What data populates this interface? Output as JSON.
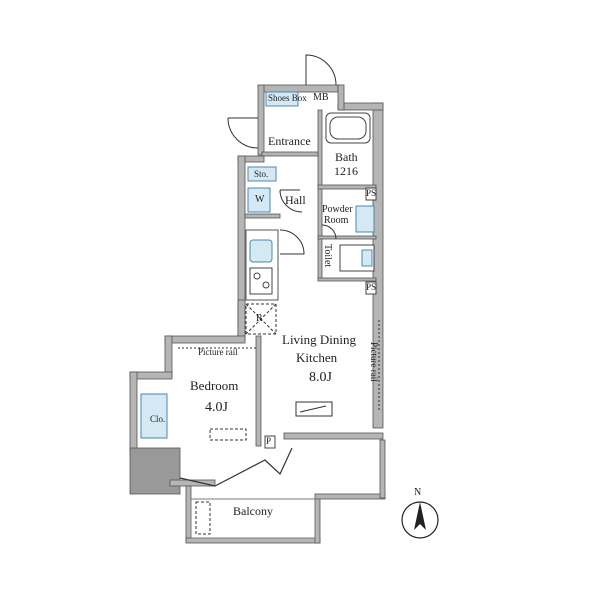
{
  "plan": {
    "labels": {
      "shoes_box": "Shoes Box",
      "mb": "MB",
      "entrance": "Entrance",
      "bath": "Bath",
      "bath_size": "1216",
      "sto": "Sto.",
      "w": "W",
      "hall": "Hall",
      "ps_top": "PS",
      "ps_bottom": "PS",
      "powder_room_line1": "Powder",
      "powder_room_line2": "Room",
      "toilet": "Toilet",
      "r": "R",
      "ldk_line1": "Living Dining",
      "ldk_line2": "Kitchen",
      "ldk_area": "8.0J",
      "picture_rail_left": "Picture rail",
      "picture_rail_right": "Picture rail",
      "bedroom": "Bedroom",
      "bedroom_area": "4.0J",
      "clo": "Clo.",
      "p": "P",
      "balcony": "Balcony",
      "compass_n": "N"
    },
    "colors": {
      "wall": "#a9a9a9",
      "wall_edge": "#555555",
      "line": "#333333",
      "fixture_fill": "#cfe6f2",
      "fixture_edge": "#4a89b0",
      "balcony_dark": "#8a8a8a"
    }
  }
}
